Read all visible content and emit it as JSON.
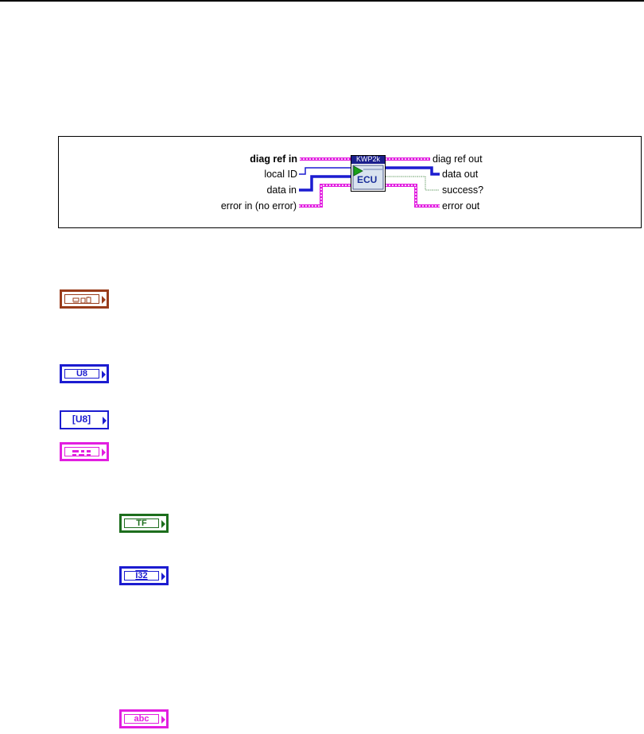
{
  "connector_pane": {
    "vi_title": "KWP2k",
    "vi_body": "ECU",
    "inputs": [
      {
        "label": "diag ref in",
        "bold": true
      },
      {
        "label": "local ID",
        "bold": false
      },
      {
        "label": "data in",
        "bold": false
      },
      {
        "label": "error in (no error)",
        "bold": false
      }
    ],
    "outputs": [
      {
        "label": "diag ref out"
      },
      {
        "label": "data out"
      },
      {
        "label": "success?"
      },
      {
        "label": "error out"
      }
    ]
  },
  "terminals": [
    {
      "name": "diag-ref-terminal",
      "text": "",
      "color": "#993c1b"
    },
    {
      "name": "u8-terminal",
      "text": "U8",
      "color": "#1c1cd0"
    },
    {
      "name": "u8-array-terminal",
      "text": "[U8]",
      "color": "#1c1cd0"
    },
    {
      "name": "error-cluster-terminal",
      "text": "",
      "color": "#e21ee0"
    },
    {
      "name": "boolean-terminal",
      "text": "TF",
      "color": "#1d6e1d"
    },
    {
      "name": "i32-terminal",
      "text": "I32",
      "color": "#1c1cd0"
    },
    {
      "name": "string-terminal",
      "text": "abc",
      "color": "#e21ee0"
    }
  ],
  "colors": {
    "refnum": "#993c1b",
    "numeric": "#1c1cd0",
    "cluster": "#e21ee0",
    "boolean": "#1d6e1d",
    "string": "#e21ee0"
  }
}
